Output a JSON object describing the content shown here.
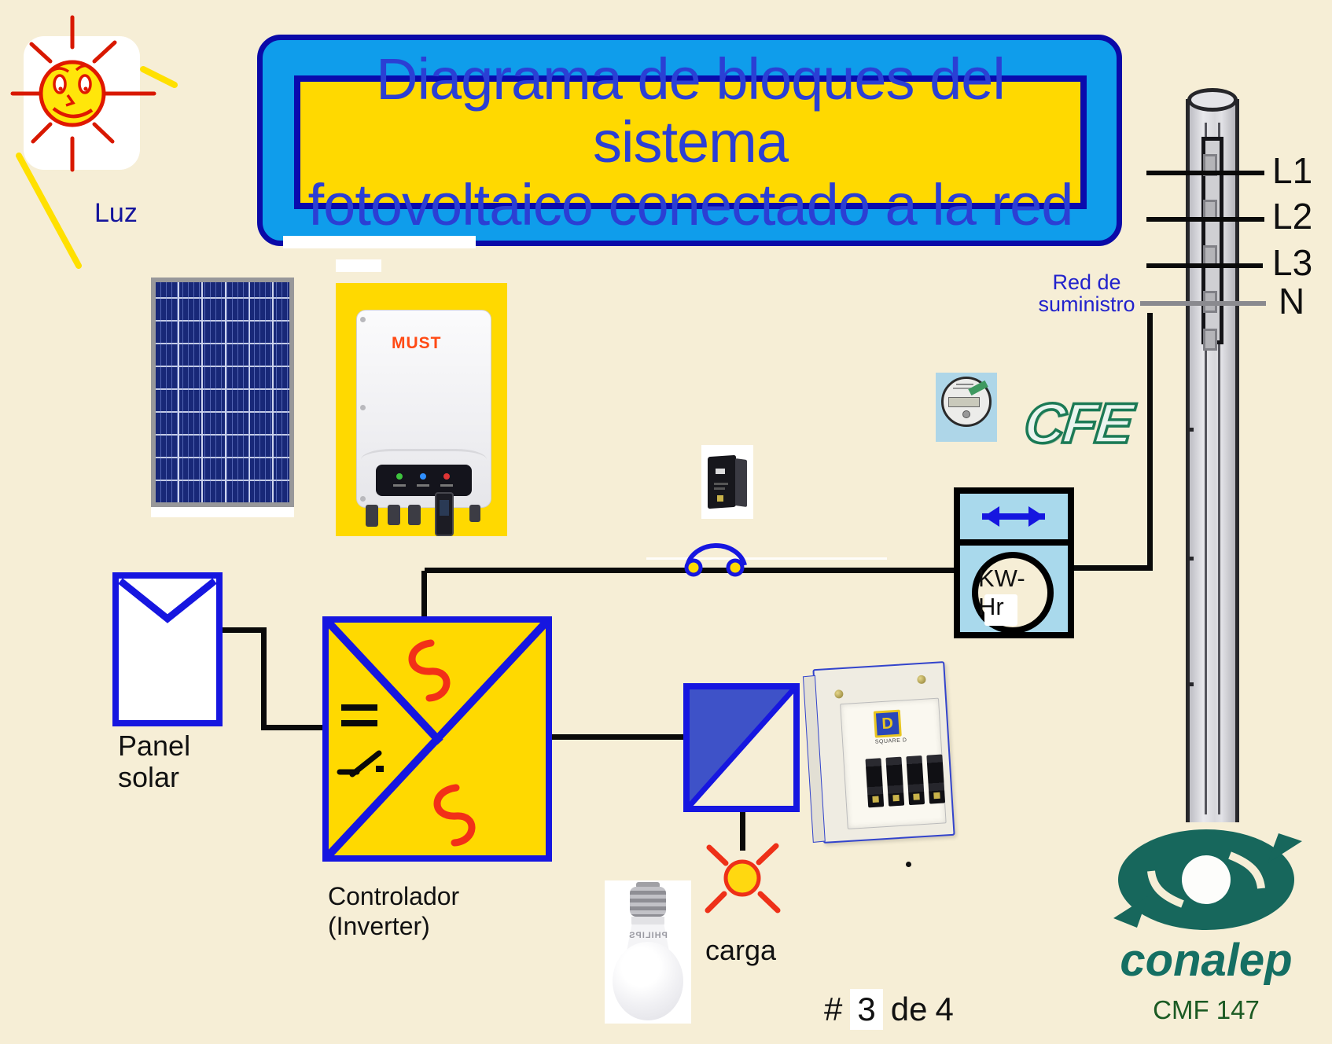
{
  "slide": {
    "title": {
      "line1": "Diagrama de bloques del sistema",
      "line2": "fotovoltaico conectado a la red"
    },
    "sun_label": "Luz",
    "panel_label": {
      "line1": "Panel",
      "line2": "solar"
    },
    "inverter_brand": "MUST",
    "controller_label": {
      "line1": "Controlador",
      "line2": "(Inverter)"
    },
    "energy_meter": {
      "label": "KW-Hr"
    },
    "utility": {
      "logo": "CFE",
      "network_label": {
        "line1": "Red de",
        "line2": "suministro"
      },
      "lines": [
        "L1",
        "L2",
        "L3",
        "N"
      ]
    },
    "load": {
      "label": "carga",
      "bulb_brand": "PHILIPS"
    },
    "breaker_panel": {
      "logo_letter": "D",
      "logo_caption": "SQUARE D"
    },
    "page": {
      "hash": "#",
      "current": "3",
      "separator": "de",
      "total": "4"
    },
    "footer": {
      "brand": "conalep",
      "code": "CMF 147"
    },
    "colors": {
      "background": "#f6eed6",
      "accent_blue": "#1616e0",
      "title_fill": "#0f9deb",
      "yellow": "#ffd900",
      "wire_black": "#0a0a0a",
      "cfe_green": "#1b7a55",
      "conalep_teal": "#17675c",
      "sun_red": "#e01800",
      "meter_bg": "#a9d9ec",
      "load_blue": "#3e52c8"
    }
  }
}
